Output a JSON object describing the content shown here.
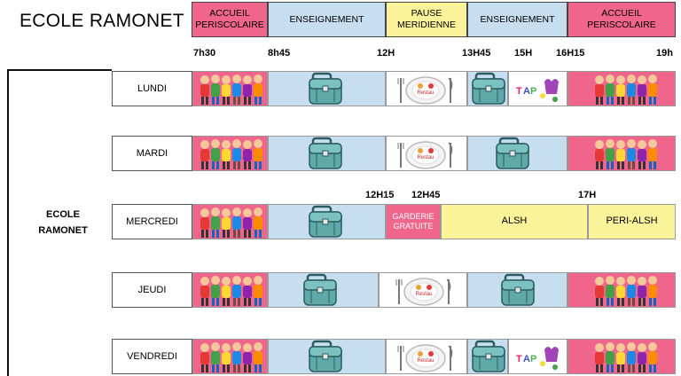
{
  "title": "ECOLE RAMONET",
  "legend": [
    {
      "label": "ACCUEIL PERISCOLAIRE",
      "color": "#f0658c"
    },
    {
      "label": "ENSEIGNEMENT",
      "color": "#c7ddf0"
    },
    {
      "label": "PAUSE MERIDIENNE",
      "color": "#fbf39a"
    },
    {
      "label": "ENSEIGNEMENT",
      "color": "#c7ddf0"
    },
    {
      "label": "ACCUEIL PERISCOLAIRE",
      "color": "#f0658c"
    }
  ],
  "times": [
    "7h30",
    "8h45",
    "12H",
    "13H45",
    "15H",
    "16H15",
    "19h"
  ],
  "wednesday_times": [
    "12H15",
    "12H45",
    "17H"
  ],
  "school_label": "ECOLE RAMONET",
  "days": [
    "LUNDI",
    "MARDI",
    "MERCREDI",
    "JEUDI",
    "VENDREDI"
  ],
  "wednesday": {
    "garderie": "GARDERIE GRATUITE",
    "alsh": "ALSH",
    "peri_alsh": "PERI-ALSH"
  },
  "tap_text": "TAP",
  "lunch_logo_text": "Restau",
  "icons": [
    "children-group-icon",
    "school-bag-icon",
    "lunch-plate-icon",
    "tap-logo-icon"
  ]
}
